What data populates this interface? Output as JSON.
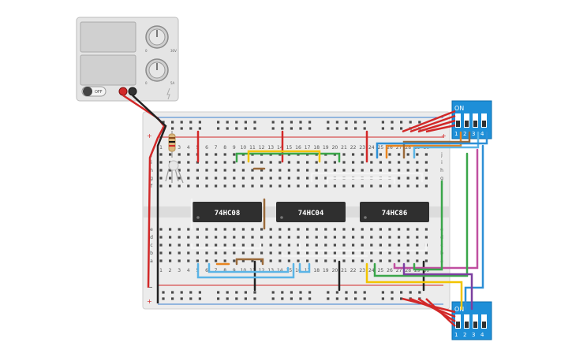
{
  "power_supply": {
    "off_label": "OFF",
    "voltage_knob_max": "30V",
    "current_knob_max": "5A",
    "knob_min": "0"
  },
  "chips": [
    {
      "label": "74HC08"
    },
    {
      "label": "74HC04"
    },
    {
      "label": "74HC86"
    }
  ],
  "dip_switches": [
    {
      "on_label": "ON",
      "numbers": [
        "1",
        "2",
        "3",
        "4"
      ]
    },
    {
      "on_label": "ON",
      "numbers": [
        "1",
        "2",
        "3",
        "4"
      ]
    }
  ],
  "breadboard": {
    "top_row_letters": [
      "f",
      "g",
      "h",
      "i",
      "j"
    ],
    "bottom_row_letters": [
      "a",
      "b",
      "c",
      "d",
      "e"
    ],
    "column_numbers_top": [
      "1",
      "5",
      "10",
      "15",
      "20",
      "25"
    ],
    "column_numbers_visible": [
      "1",
      "2",
      "3",
      "4",
      "5",
      "6",
      "7",
      "8",
      "9",
      "10",
      "11",
      "12",
      "13",
      "14",
      "15",
      "16",
      "17",
      "18",
      "19",
      "20",
      "21",
      "22",
      "23",
      "24",
      "25",
      "26",
      "27",
      "28",
      "29",
      "30"
    ],
    "rail_plus": "+",
    "rail_minus": "−"
  },
  "colors": {
    "red_wire": "#d22828",
    "black_wire": "#222222",
    "green_wire": "#3aa64a",
    "yellow_wire": "#f2c400",
    "blue_wire": "#2d8fd6",
    "light_blue_wire": "#5ab4e6",
    "purple_wire": "#7b3fa0",
    "pink_wire": "#c04fa0",
    "orange_wire": "#e8841e",
    "brown_wire": "#9a6a3a",
    "white_wire": "#f4f4f4",
    "dip_blue": "#1e8fd8"
  }
}
